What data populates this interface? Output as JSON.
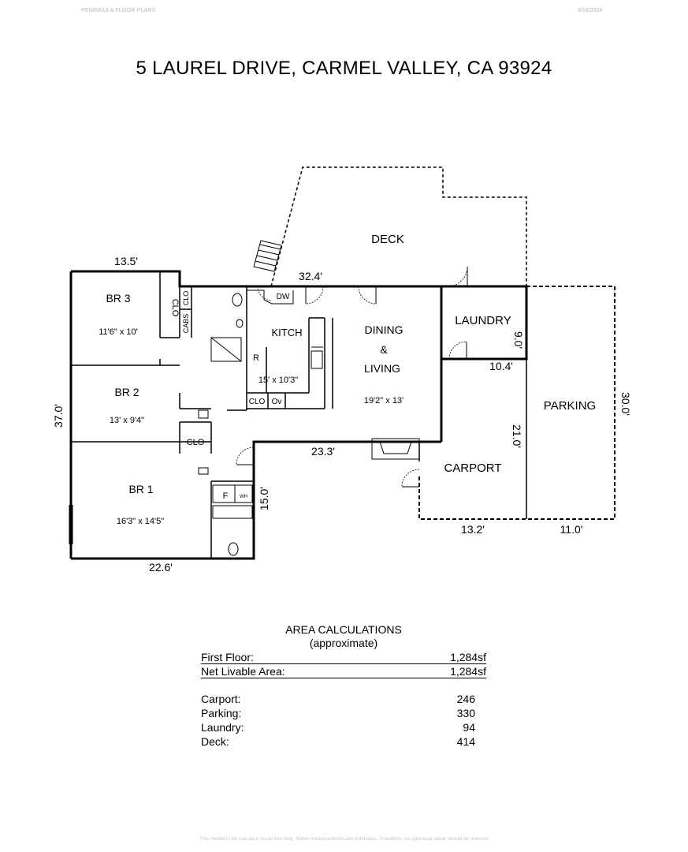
{
  "header": {
    "company": "PENINSULA FLOOR PLANS",
    "date": "9/18/2024"
  },
  "title": "5 LAUREL DRIVE, CARMEL VALLEY, CA  93924",
  "rooms": {
    "deck": "DECK",
    "br3": {
      "name": "BR 3",
      "size": "11'6\" x 10'"
    },
    "br2": {
      "name": "BR 2",
      "size": "13' x 9'4\""
    },
    "br1": {
      "name": "BR 1",
      "size": "16'3\" x 14'5\""
    },
    "kitchen": {
      "name": "KITCH",
      "size": "15' x 10'3\""
    },
    "dining": {
      "line1": "DINING",
      "line2": "&",
      "line3": "LIVING",
      "size": "19'2\" x 13'"
    },
    "laundry": "LAUNDRY",
    "parking": "PARKING",
    "carport": "CARPORT"
  },
  "fixtures": {
    "clo_br3": "CLO",
    "cabs": "CABS",
    "clo_small": "CLO",
    "dw": "DW",
    "refrigerator": "R",
    "clo_kitchen": "CLO",
    "oven": "Ov",
    "clo_br2": "CLO",
    "furnace": "F",
    "water_heater": "WH"
  },
  "dimensions": {
    "top_left": "13.5'",
    "top_middle": "32.4'",
    "left": "37.0'",
    "bottom_left": "22.6'",
    "hall": "15.0'",
    "middle": "23.3'",
    "laundry_depth": "9.0'",
    "laundry_width": "10.4'",
    "carport_depth": "21.0'",
    "parking_depth": "30.0'",
    "carport_width": "13.2'",
    "parking_width": "11.0'"
  },
  "area_calculations": {
    "heading": "AREA CALCULATIONS",
    "subheading": "(approximate)",
    "rows": [
      {
        "label": "First  Floor:",
        "value": "1,284sf"
      },
      {
        "label": "Net Livable Area:",
        "value": "1,284sf"
      }
    ],
    "other": [
      {
        "label": "Carport:",
        "value": "246"
      },
      {
        "label": "Parking:",
        "value": "330"
      },
      {
        "label": "Laundry:",
        "value": "94"
      },
      {
        "label": "Deck:",
        "value": "414"
      }
    ]
  },
  "footer": "This model is for use as a visual tool only. Some measurements are estimates. Therefore, no appraisal value should be inferred"
}
